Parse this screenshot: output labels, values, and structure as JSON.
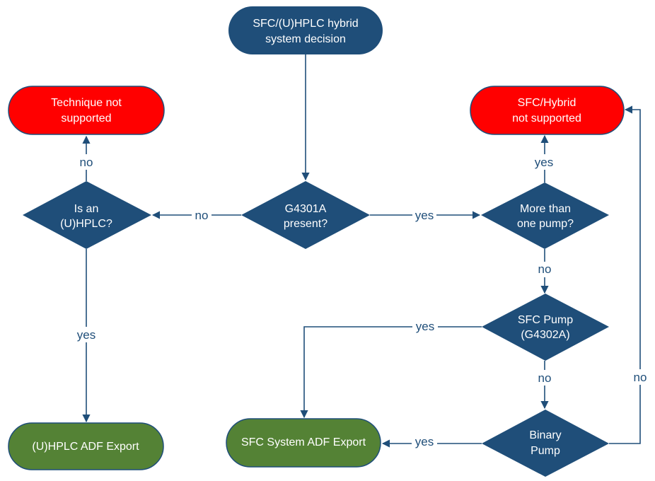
{
  "colors": {
    "navy": "#1f4e79",
    "red": "#ff0000",
    "green": "#548235",
    "white": "#ffffff"
  },
  "nodes": {
    "start": {
      "line1": "SFC/(U)HPLC hybrid",
      "line2": "system decision"
    },
    "technique_not_supported": {
      "line1": "Technique not",
      "line2": "supported"
    },
    "sfc_hybrid_not_supported": {
      "line1": "SFC/Hybrid",
      "line2": "not supported"
    },
    "is_uhplc": {
      "line1": "Is an",
      "line2": "(U)HPLC?"
    },
    "g4301a_present": {
      "line1": "G4301A",
      "line2": "present?"
    },
    "more_than_one_pump": {
      "line1": "More than",
      "line2": "one pump?"
    },
    "sfc_pump": {
      "line1": "SFC Pump",
      "line2": "(G4302A)"
    },
    "binary_pump": {
      "line1": "Binary",
      "line2": "Pump"
    },
    "uhplc_adf_export": {
      "label": "(U)HPLC ADF Export"
    },
    "sfc_system_adf_export": {
      "label": "SFC System ADF Export"
    }
  },
  "edges": {
    "is_uhplc_no": "no",
    "is_uhplc_yes": "yes",
    "g4301a_no": "no",
    "g4301a_yes": "yes",
    "more_pump_yes": "yes",
    "more_pump_no": "no",
    "sfc_pump_yes": "yes",
    "sfc_pump_no": "no",
    "binary_yes": "yes",
    "binary_no": "no"
  }
}
